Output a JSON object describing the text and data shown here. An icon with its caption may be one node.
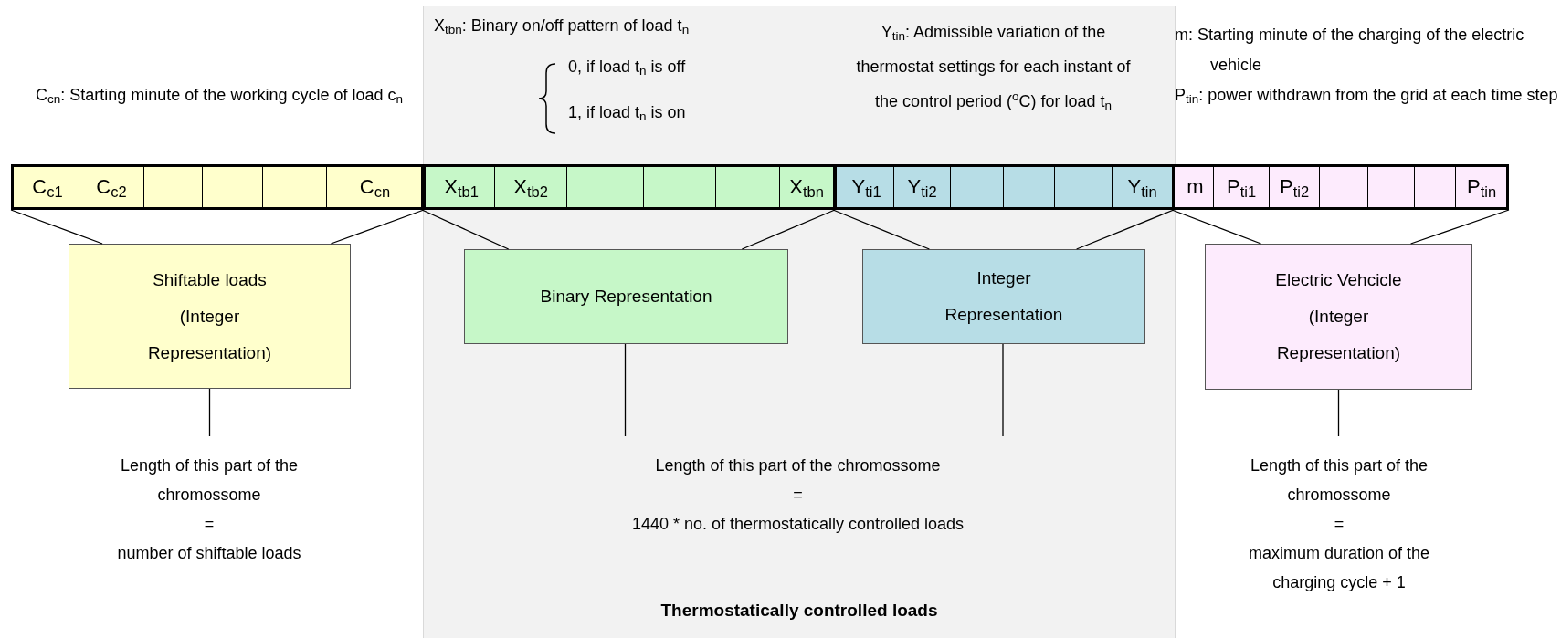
{
  "diagram": {
    "nodes": [
      {
        "text": [
          "Thermostatically controlled loads"
        ]
      },
      {
        "text": [
          "C$_{c1}$",
          "C$_{c2}$",
          "C$_{cn}$"
        ]
      },
      {
        "text": [
          "X$_{tb1}$",
          "X$_{tb2}$",
          "X$_{tbn}$"
        ],
        "in": 0
      },
      {
        "text": [
          "Y$_{ti1}$",
          "Y$_{ti2}$",
          "Y$_{tin}$"
        ],
        "in": 0
      },
      {
        "text": [
          "m",
          "P$_{ti1}$",
          "P$_{ti2}$",
          "P$_{tin}$"
        ]
      },
      {
        "text": [
          "Shiftable loads (Integer Representation)"
        ]
      },
      {
        "text": [
          "Binary Representation"
        ],
        "in": 0
      },
      {
        "text": [
          "Integer Representation"
        ],
        "in": 0
      },
      {
        "text": [
          "Electric Vehcicle (Integer Representation)"
        ]
      },
      {
        "text": [
          "Length of this part of the chromossome",
          "=",
          "number of shiftable loads"
        ]
      },
      {
        "text": [
          "Length of this part of the chromossome",
          "=",
          "1440 * no. of thermostatically controlled loads"
        ],
        "in": 0
      },
      {
        "text": [
          "Length of this part of the chromossome",
          "=",
          "maximum duration of the charging cycle + 1"
        ]
      }
    ],
    "edges": [
      {
        "from": 1,
        "to": 5,
        "arrow": "none"
      },
      {
        "from": 1,
        "to": 5,
        "arrow": "none"
      },
      {
        "from": 2,
        "to": 6,
        "arrow": "none"
      },
      {
        "from": 2,
        "to": 6,
        "arrow": "none"
      },
      {
        "from": 3,
        "to": 7,
        "arrow": "none"
      },
      {
        "from": 3,
        "to": 7,
        "arrow": "none"
      },
      {
        "from": 4,
        "to": 8,
        "arrow": "none"
      },
      {
        "from": 4,
        "to": 8,
        "arrow": "none"
      },
      {
        "from": 5,
        "to": 9,
        "arrow": "none"
      },
      {
        "from": 6,
        "to": 10,
        "arrow": "none"
      },
      {
        "from": 7,
        "to": 10,
        "arrow": "none"
      },
      {
        "from": 8,
        "to": 11,
        "arrow": "none"
      }
    ],
    "labels": [
      "C$_{cn}$: Starting minute of the working cycle of load c$_{n}$",
      "X$_{tbn}$: Binary on/off pattern of load t$_{n}$",
      "0, if load t$_{n}$ is off",
      "1, if load t$_{n}$ is on",
      "Y$_{tin}$: Admissible variation of the thermostat settings for each instant of the control period ($^{o}$C) for load t$_{n}$",
      "m: Starting minute of the charging of the electric vehicle",
      "P$_{tin}$: power withdrawn from the grid at each time step"
    ]
  }
}
